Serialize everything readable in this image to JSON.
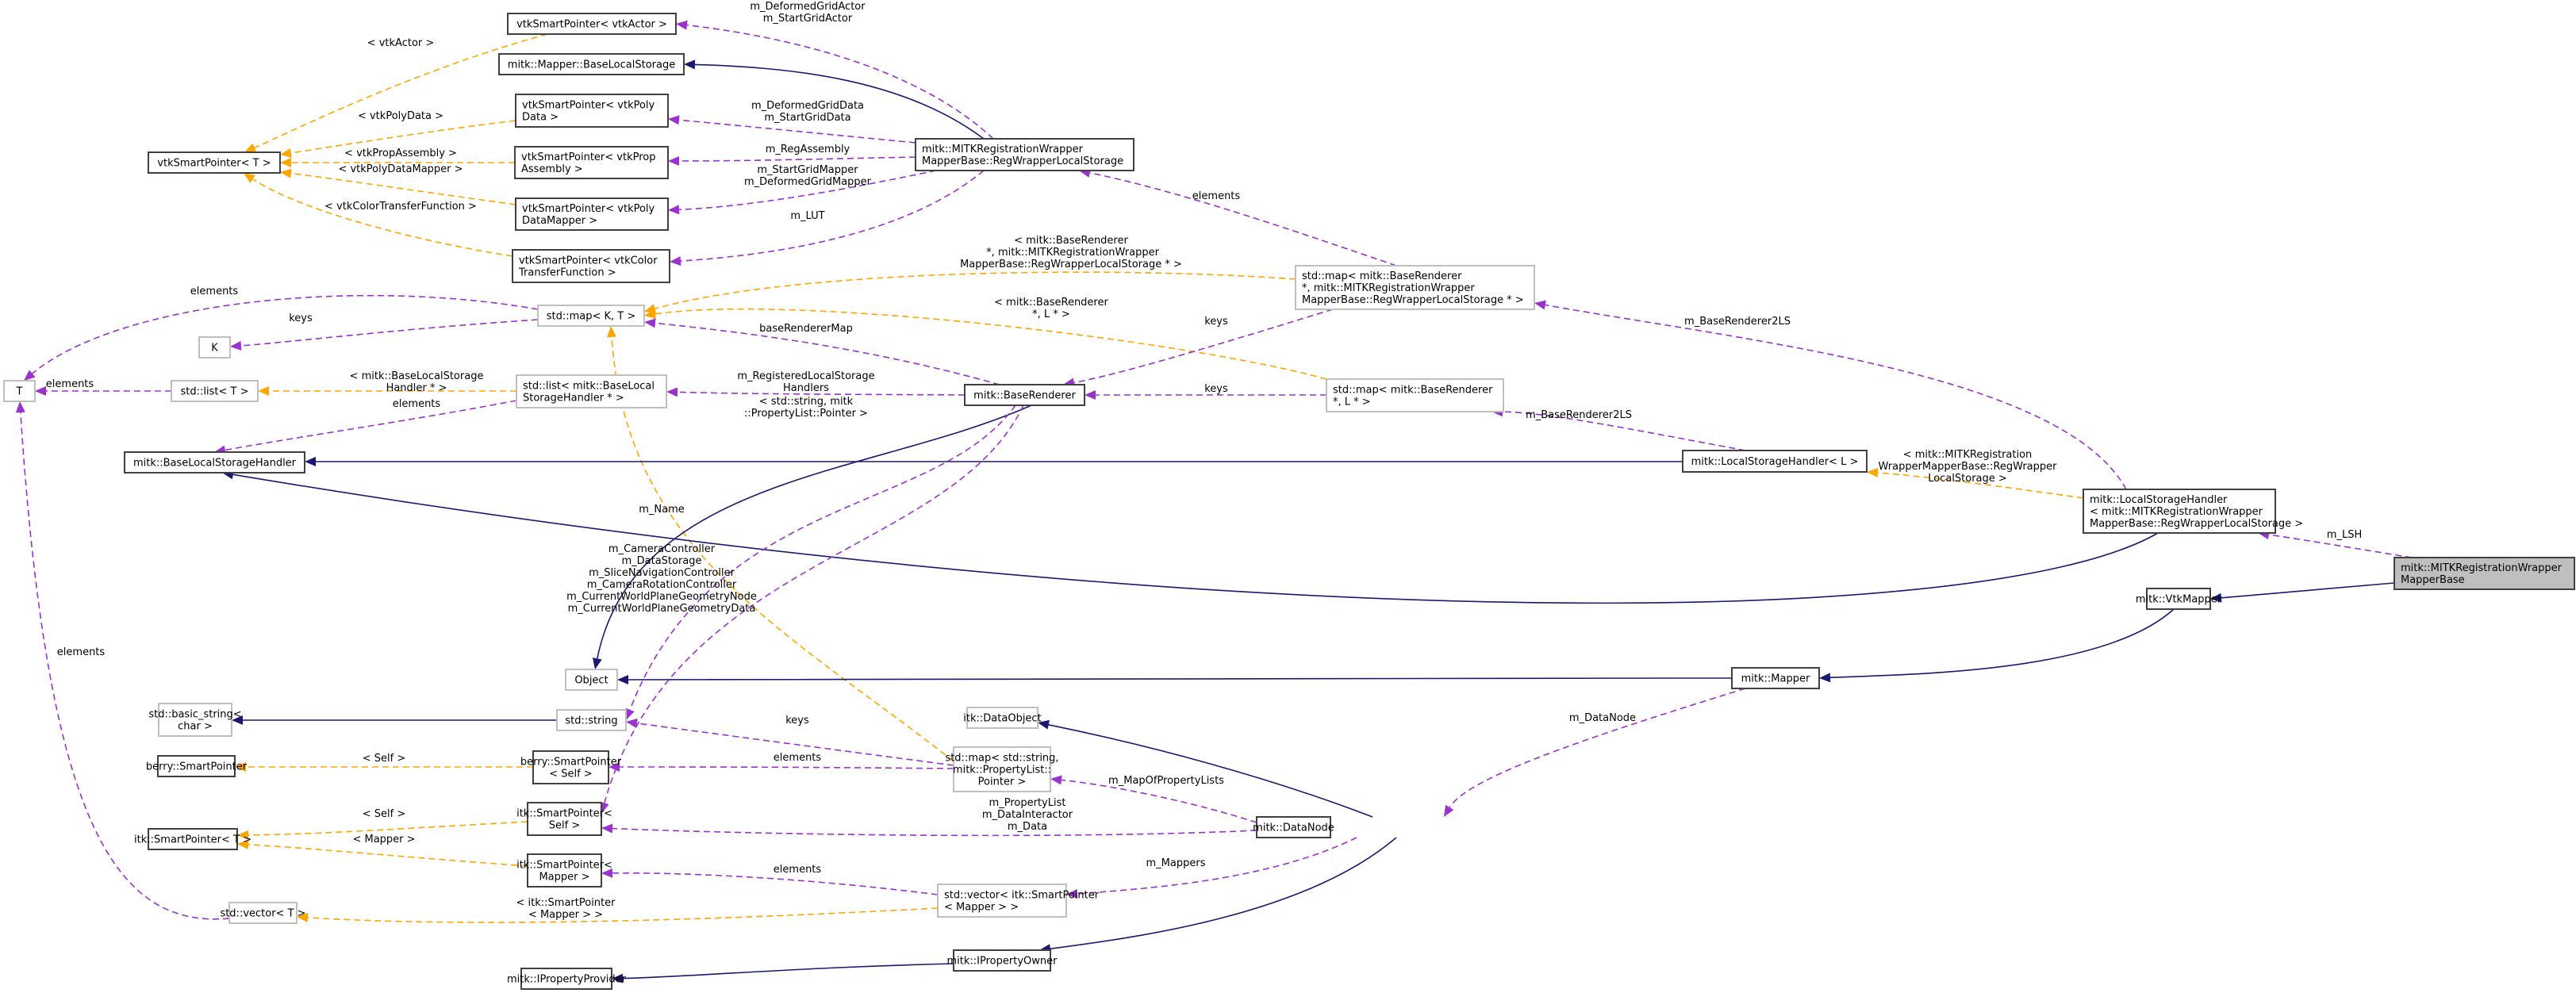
{
  "diagram": {
    "title": "mitk::MITKRegistrationWrapperMapperBase collaboration graph",
    "colors": {
      "inheritance": "#191970",
      "usage": "#9a32cd",
      "template": "#ffa500",
      "focus_fill": "#bfbfbf",
      "documented_border": "#404040",
      "external_border": "#bfbfbf"
    },
    "nodes": [
      {
        "id": "vtkActor",
        "lines": [
          "vtkSmartPointer< vtkActor >"
        ],
        "kind": "doc"
      },
      {
        "id": "baseLocalStorage",
        "lines": [
          "mitk::Mapper::BaseLocalStorage"
        ],
        "kind": "doc"
      },
      {
        "id": "vtkPolyData",
        "lines": [
          "vtkSmartPointer< vtkPoly",
          "Data >"
        ],
        "kind": "doc"
      },
      {
        "id": "vtkPropAssembly",
        "lines": [
          "vtkSmartPointer< vtkProp",
          "Assembly >"
        ],
        "kind": "doc"
      },
      {
        "id": "vtkPolyDataMapper",
        "lines": [
          "vtkSmartPointer< vtkPoly",
          "DataMapper >"
        ],
        "kind": "doc"
      },
      {
        "id": "vtkColorTF",
        "lines": [
          "vtkSmartPointer< vtkColor",
          "TransferFunction >"
        ],
        "kind": "doc"
      },
      {
        "id": "vtkSmartPointerT",
        "lines": [
          "vtkSmartPointer< T >"
        ],
        "kind": "doc"
      },
      {
        "id": "regWrapperLS",
        "lines": [
          "mitk::MITKRegistrationWrapper",
          "MapperBase::RegWrapperLocalStorage"
        ],
        "kind": "doc"
      },
      {
        "id": "mapKT",
        "lines": [
          "std::map< K, T >"
        ],
        "kind": "ext"
      },
      {
        "id": "K",
        "lines": [
          "K"
        ],
        "kind": "ext"
      },
      {
        "id": "T",
        "lines": [
          "T"
        ],
        "kind": "ext"
      },
      {
        "id": "listT",
        "lines": [
          "std::list< T >"
        ],
        "kind": "ext"
      },
      {
        "id": "listBLSH",
        "lines": [
          "std::list< mitk::BaseLocal",
          "StorageHandler * >"
        ],
        "kind": "ext"
      },
      {
        "id": "baseRenderer",
        "lines": [
          "mitk::BaseRenderer"
        ],
        "kind": "doc"
      },
      {
        "id": "mapBRRegWrapper",
        "lines": [
          "std::map< mitk::BaseRenderer",
          " *, mitk::MITKRegistrationWrapper",
          "MapperBase::RegWrapperLocalStorage * >"
        ],
        "kind": "ext"
      },
      {
        "id": "mapBRL",
        "lines": [
          "std::map< mitk::BaseRenderer",
          "*, L * >"
        ],
        "kind": "ext"
      },
      {
        "id": "baseLSH",
        "lines": [
          "mitk::BaseLocalStorageHandler"
        ],
        "kind": "doc"
      },
      {
        "id": "lshL",
        "lines": [
          "mitk::LocalStorageHandler< L >"
        ],
        "kind": "doc"
      },
      {
        "id": "lshReg",
        "lines": [
          "mitk::LocalStorageHandler",
          "< mitk::MITKRegistrationWrapper",
          "MapperBase::RegWrapperLocalStorage >"
        ],
        "kind": "doc"
      },
      {
        "id": "focus",
        "lines": [
          "mitk::MITKRegistrationWrapper",
          "MapperBase"
        ],
        "kind": "focus"
      },
      {
        "id": "vtkMapper",
        "lines": [
          "mitk::VtkMapper"
        ],
        "kind": "doc"
      },
      {
        "id": "object",
        "lines": [
          "Object"
        ],
        "kind": "ext"
      },
      {
        "id": "mapper",
        "lines": [
          "mitk::Mapper"
        ],
        "kind": "doc"
      },
      {
        "id": "basicString",
        "lines": [
          "std::basic_string<",
          "char >"
        ],
        "kind": "ext"
      },
      {
        "id": "stdString",
        "lines": [
          "std::string"
        ],
        "kind": "ext"
      },
      {
        "id": "itkDataObject",
        "lines": [
          "itk::DataObject"
        ],
        "kind": "ext"
      },
      {
        "id": "berrySP",
        "lines": [
          "berry::SmartPointer"
        ],
        "kind": "doc"
      },
      {
        "id": "berrySPSelf",
        "lines": [
          "berry::SmartPointer",
          "< Self >"
        ],
        "kind": "doc"
      },
      {
        "id": "mapStringPL",
        "lines": [
          "std::map< std::string,",
          "mitk::PropertyList::",
          "Pointer >"
        ],
        "kind": "ext"
      },
      {
        "id": "itkSPT",
        "lines": [
          "itk::SmartPointer< T >"
        ],
        "kind": "doc"
      },
      {
        "id": "itkSPSelf",
        "lines": [
          "itk::SmartPointer<",
          "Self >"
        ],
        "kind": "doc"
      },
      {
        "id": "itkSPMapper",
        "lines": [
          "itk::SmartPointer<",
          "Mapper >"
        ],
        "kind": "doc"
      },
      {
        "id": "dataNode",
        "lines": [
          "mitk::DataNode"
        ],
        "kind": "doc"
      },
      {
        "id": "vectorT",
        "lines": [
          "std::vector< T >"
        ],
        "kind": "ext"
      },
      {
        "id": "vectorSPMapper",
        "lines": [
          "std::vector< itk::SmartPointer",
          "< Mapper > >"
        ],
        "kind": "ext"
      },
      {
        "id": "iPropOwner",
        "lines": [
          "mitk::IPropertyOwner"
        ],
        "kind": "doc"
      },
      {
        "id": "iPropProvider",
        "lines": [
          "mitk::IPropertyProvider"
        ],
        "kind": "doc"
      }
    ],
    "edges": [
      {
        "from": "vtkActor",
        "to": "vtkSmartPointerT",
        "type": "template",
        "label": [
          "< vtkActor >"
        ]
      },
      {
        "from": "vtkPolyData",
        "to": "vtkSmartPointerT",
        "type": "template",
        "label": [
          "< vtkPolyData >"
        ]
      },
      {
        "from": "vtkPropAssembly",
        "to": "vtkSmartPointerT",
        "type": "template",
        "label": [
          "< vtkPropAssembly >"
        ]
      },
      {
        "from": "vtkPolyDataMapper",
        "to": "vtkSmartPointerT",
        "type": "template",
        "label": [
          "< vtkPolyDataMapper >"
        ]
      },
      {
        "from": "vtkColorTF",
        "to": "vtkSmartPointerT",
        "type": "template",
        "label": [
          "< vtkColorTransferFunction >"
        ]
      },
      {
        "from": "regWrapperLS",
        "to": "vtkActor",
        "type": "usage",
        "label": [
          "m_DeformedGridActor",
          "m_StartGridActor"
        ]
      },
      {
        "from": "regWrapperLS",
        "to": "baseLocalStorage",
        "type": "inherit",
        "label": []
      },
      {
        "from": "regWrapperLS",
        "to": "vtkPolyData",
        "type": "usage",
        "label": [
          "m_DeformedGridData",
          "m_StartGridData"
        ]
      },
      {
        "from": "regWrapperLS",
        "to": "vtkPropAssembly",
        "type": "usage",
        "label": [
          "m_RegAssembly"
        ]
      },
      {
        "from": "regWrapperLS",
        "to": "vtkPolyDataMapper",
        "type": "usage",
        "label": [
          "m_StartGridMapper",
          "m_DeformedGridMapper"
        ]
      },
      {
        "from": "regWrapperLS",
        "to": "vtkColorTF",
        "type": "usage",
        "label": [
          "m_LUT"
        ]
      },
      {
        "from": "mapBRRegWrapper",
        "to": "regWrapperLS",
        "type": "usage",
        "label": [
          "elements"
        ]
      },
      {
        "from": "mapBRRegWrapper",
        "to": "mapKT",
        "type": "template",
        "label": [
          "< mitk::BaseRenderer",
          " *, mitk::MITKRegistrationWrapper",
          "MapperBase::RegWrapperLocalStorage * >"
        ]
      },
      {
        "from": "mapKT",
        "to": "T",
        "type": "usage",
        "label": [
          "elements"
        ]
      },
      {
        "from": "mapKT",
        "to": "K",
        "type": "usage",
        "label": [
          "keys"
        ]
      },
      {
        "from": "mapBRL",
        "to": "mapKT",
        "type": "template",
        "label": [
          "< mitk::BaseRenderer",
          "*, L * >"
        ]
      },
      {
        "from": "baseRenderer",
        "to": "mapKT",
        "type": "usage",
        "label": [
          "baseRendererMap"
        ]
      },
      {
        "from": "mapBRRegWrapper",
        "to": "baseRenderer",
        "type": "usage",
        "label": [
          "keys"
        ]
      },
      {
        "from": "mapBRL",
        "to": "baseRenderer",
        "type": "usage",
        "label": [
          "keys"
        ]
      },
      {
        "from": "listT",
        "to": "T",
        "type": "usage",
        "label": [
          "elements"
        ]
      },
      {
        "from": "listBLSH",
        "to": "listT",
        "type": "template",
        "label": [
          "< mitk::BaseLocalStorage",
          "Handler * >"
        ]
      },
      {
        "from": "listBLSH",
        "to": "baseLSH",
        "type": "usage",
        "label": [
          "elements"
        ]
      },
      {
        "from": "baseRenderer",
        "to": "listBLSH",
        "type": "usage",
        "label": [
          "m_RegisteredLocalStorage",
          "Handlers"
        ]
      },
      {
        "from": "mapStringPL",
        "to": "mapKT",
        "type": "template",
        "label": [
          "< std::string, mitk",
          "::PropertyList::Pointer >"
        ]
      },
      {
        "from": "lshL",
        "to": "mapBRL",
        "type": "usage",
        "label": [
          "m_BaseRenderer2LS"
        ]
      },
      {
        "from": "lshL",
        "to": "baseLSH",
        "type": "inherit",
        "label": []
      },
      {
        "from": "lshReg",
        "to": "mapBRRegWrapper",
        "type": "usage",
        "label": [
          "m_BaseRenderer2LS"
        ]
      },
      {
        "from": "lshReg",
        "to": "lshL",
        "type": "template",
        "label": [
          "< mitk::MITKRegistration",
          "WrapperMapperBase::RegWrapper",
          "LocalStorage >"
        ]
      },
      {
        "from": "lshReg",
        "to": "baseLSH",
        "type": "inherit",
        "label": []
      },
      {
        "from": "focus",
        "to": "lshReg",
        "type": "usage",
        "label": [
          "m_LSH"
        ]
      },
      {
        "from": "focus",
        "to": "vtkMapper",
        "type": "inherit",
        "label": []
      },
      {
        "from": "vtkMapper",
        "to": "mapper",
        "type": "inherit",
        "label": []
      },
      {
        "from": "baseRenderer",
        "to": "object",
        "type": "inherit",
        "label": []
      },
      {
        "from": "mapper",
        "to": "object",
        "type": "inherit",
        "label": []
      },
      {
        "from": "baseRenderer",
        "to": "stdString",
        "type": "usage",
        "label": [
          "m_Name"
        ]
      },
      {
        "from": "baseRenderer",
        "to": "itkSPSelf",
        "type": "usage",
        "label": [
          "m_CameraController",
          "m_DataStorage",
          "m_SliceNavigationController",
          "m_CameraRotationController",
          "m_CurrentWorldPlaneGeometryNode",
          "m_CurrentWorldPlaneGeometryData"
        ]
      },
      {
        "from": "mapper",
        "to": "dataNode",
        "type": "usage",
        "label": [
          "m_DataNode"
        ]
      },
      {
        "from": "stdString",
        "to": "basicString",
        "type": "inherit",
        "label": []
      },
      {
        "from": "mapStringPL",
        "to": "stdString",
        "type": "usage",
        "label": [
          "keys"
        ]
      },
      {
        "from": "mapStringPL",
        "to": "berrySPSelf",
        "type": "usage",
        "label": [
          "elements"
        ]
      },
      {
        "from": "berrySPSelf",
        "to": "berrySP",
        "type": "template",
        "label": [
          "< Self >"
        ]
      },
      {
        "from": "itkSPSelf",
        "to": "itkSPT",
        "type": "template",
        "label": [
          "< Self >"
        ]
      },
      {
        "from": "itkSPMapper",
        "to": "itkSPT",
        "type": "template",
        "label": [
          "< Mapper >"
        ]
      },
      {
        "from": "dataNode",
        "to": "itkDataObject",
        "type": "inherit",
        "label": []
      },
      {
        "from": "dataNode",
        "to": "mapStringPL",
        "type": "usage",
        "label": [
          "m_MapOfPropertyLists"
        ]
      },
      {
        "from": "dataNode",
        "to": "itkSPSelf",
        "type": "usage",
        "label": [
          "m_PropertyList",
          "m_DataInteractor",
          "m_Data"
        ]
      },
      {
        "from": "dataNode",
        "to": "vectorSPMapper",
        "type": "usage",
        "label": [
          "m_Mappers"
        ]
      },
      {
        "from": "dataNode",
        "to": "iPropOwner",
        "type": "inherit",
        "label": []
      },
      {
        "from": "vectorSPMapper",
        "to": "itkSPMapper",
        "type": "usage",
        "label": [
          "elements"
        ]
      },
      {
        "from": "vectorSPMapper",
        "to": "vectorT",
        "type": "template",
        "label": [
          "< itk::SmartPointer",
          "< Mapper > >"
        ]
      },
      {
        "from": "vectorT",
        "to": "T",
        "type": "usage",
        "label": [
          "elements"
        ]
      },
      {
        "from": "iPropOwner",
        "to": "iPropProvider",
        "type": "inherit",
        "label": []
      }
    ]
  }
}
